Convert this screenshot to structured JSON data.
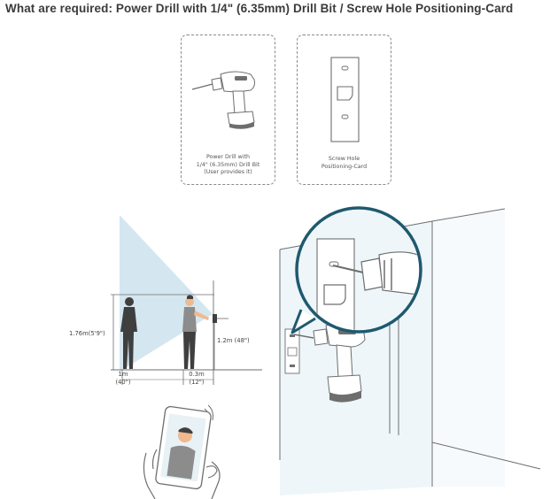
{
  "header": {
    "title": "What are required: Power Drill with 1/4\" (6.35mm) Drill Bit / Screw Hole Positioning-Card"
  },
  "cards": {
    "drill": {
      "caption_lines": [
        "Power Drill with",
        "1/4\" (6.35mm) Drill Bit",
        "(User provides it)"
      ]
    },
    "positioning_card": {
      "caption_lines": [
        "Screw Hole",
        "Positioning-Card"
      ]
    }
  },
  "install_diagram": {
    "label_person_height": "1.76m(5'9\")",
    "label_mount_height": "1.2m (48\")",
    "label_distance_far": [
      "1m",
      "(40\")"
    ],
    "label_distance_near": [
      "0.3m",
      "(12\")"
    ]
  },
  "colors": {
    "title_text": "#3b3b3b",
    "line_gray": "#6e6e6e",
    "view_cone": "#cfe3ee",
    "accent_teal": "#1f5a6e",
    "wall": "#eef6fa",
    "wall_dark": "#dcecf3",
    "skin": "#f0b98e",
    "shirt": "#8c8c8c"
  }
}
